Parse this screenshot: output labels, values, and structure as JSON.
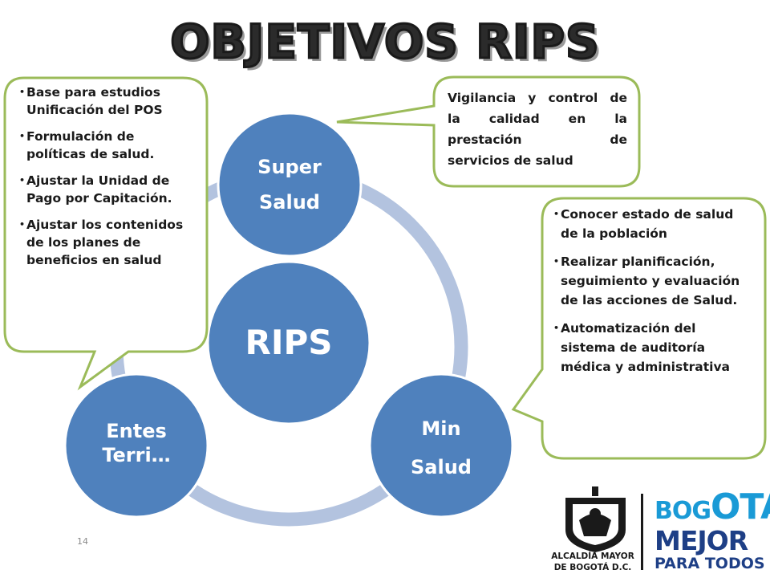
{
  "title": "OBJETIVOS RIPS",
  "diagram": {
    "center": "RIPS",
    "nodes": [
      {
        "line1": "Super",
        "line2": "Salud"
      },
      {
        "line1": "Min",
        "line2": "Salud"
      },
      {
        "line1": "Entes",
        "line2": "Terri…"
      }
    ]
  },
  "callouts": {
    "left": [
      "Base para estudios Unificación del POS",
      "Formulación de políticas de salud.",
      "Ajustar la Unidad de Pago por Capitación.",
      "Ajustar los contenidos de los planes de beneficios en salud"
    ],
    "top_right": {
      "line1": "Vigilancia y control de",
      "line2": "la calidad en la",
      "line3": "prestación de",
      "line4": "servicios de salud"
    },
    "right": [
      "Conocer estado de salud de la población",
      "Realizar planificación, seguimiento y evaluación de las acciones de Salud.",
      "Automatización del sistema de auditoría médica y administrativa"
    ]
  },
  "page_number": "14",
  "logos": {
    "alcaldia_line1": "ALCALDÍA MAYOR",
    "alcaldia_line2": "DE BOGOTÁ D.C.",
    "bogota_l1a": "BOG",
    "bogota_l1b": "OTÁ",
    "bogota_l2": "MEJOR",
    "bogota_l3": "PARA TODOS"
  },
  "colors": {
    "node_fill": "#4f81bd",
    "ring": "#b3c3df",
    "callout_border": "#9bbb59",
    "logo_blue": "#1e3f86",
    "logo_light_blue": "#1a9ad6"
  }
}
